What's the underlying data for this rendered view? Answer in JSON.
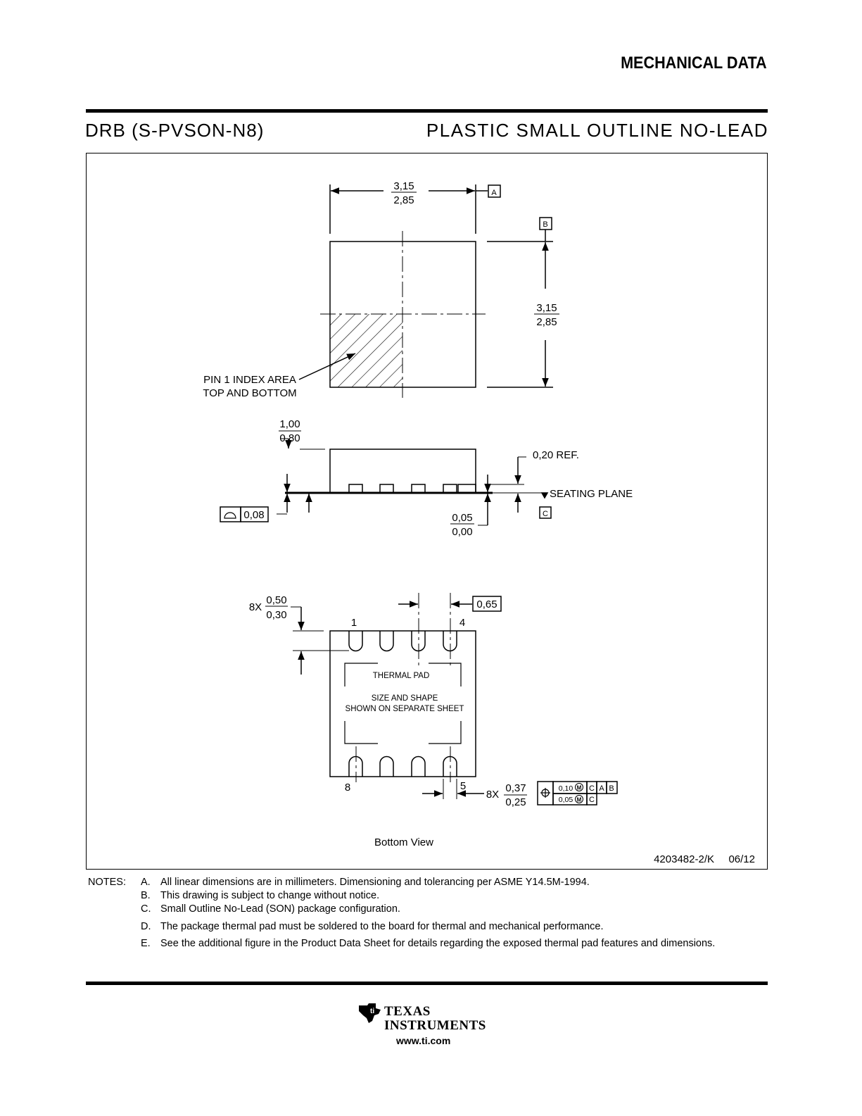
{
  "header": {
    "section_title": "MECHANICAL DATA",
    "package_code": "DRB (S-PVSON-N8)",
    "package_description": "PLASTIC SMALL OUTLINE NO-LEAD"
  },
  "top_view": {
    "width_max": "3,15",
    "width_min": "2,85",
    "height_max": "3,15",
    "height_min": "2,85",
    "datum_a": "A",
    "datum_b": "B",
    "pin1_line1": "PIN 1 INDEX AREA",
    "pin1_line2": "TOP AND BOTTOM"
  },
  "side_view": {
    "thickness_max": "1,00",
    "thickness_min": "0,80",
    "lead_ref": "0,20 REF.",
    "seating_plane": "SEATING PLANE",
    "datum_c": "C",
    "coplanarity": "0,08",
    "standoff_max": "0,05",
    "standoff_min": "0,00"
  },
  "bottom_view": {
    "lead_len_qty": "8X",
    "lead_len_max": "0,50",
    "lead_len_min": "0,30",
    "pitch": "0,65",
    "pin_1": "1",
    "pin_4": "4",
    "pin_5": "5",
    "pin_8": "8",
    "thermal_pad": "THERMAL PAD",
    "thermal_line1": "SIZE AND SHAPE",
    "thermal_line2": "SHOWN ON SEPARATE SHEET",
    "lead_w_qty": "8X",
    "lead_w_max": "0,37",
    "lead_w_min": "0,25",
    "tol1": "0,10",
    "tol2": "0,05",
    "tol_datum_c": "C",
    "tol_datum_a": "A",
    "tol_datum_b": "B",
    "caption": "Bottom View"
  },
  "drawing_number": "4203482-2/K",
  "drawing_date": "06/12",
  "notes": {
    "label": "NOTES:",
    "items": [
      {
        "letter": "A.",
        "text": "All linear dimensions are in millimeters. Dimensioning and tolerancing per ASME Y14.5M-1994."
      },
      {
        "letter": "B.",
        "text": "This drawing is subject to change without notice."
      },
      {
        "letter": "C.",
        "text": "Small Outline No-Lead (SON) package configuration."
      },
      {
        "letter": "D.",
        "text": "The package thermal pad must be soldered to the board for thermal and mechanical performance."
      },
      {
        "letter": "E.",
        "text": "See the additional figure in the Product Data Sheet for details regarding the exposed thermal pad features and dimensions."
      }
    ]
  },
  "footer": {
    "logo_line1": "TEXAS",
    "logo_line2": "INSTRUMENTS",
    "url": "www.ti.com"
  }
}
